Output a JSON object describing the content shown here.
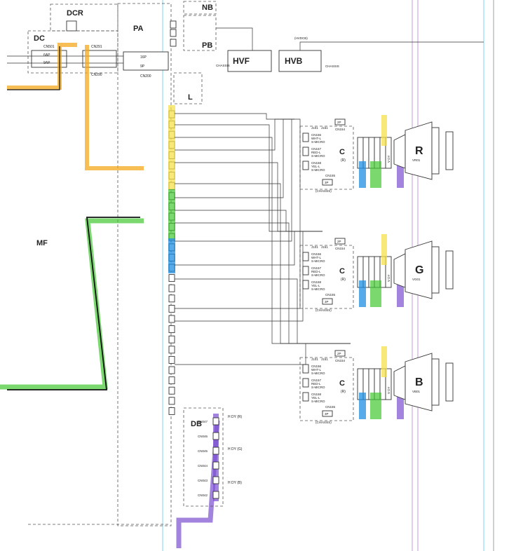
{
  "blocks": {
    "dcr": "DCR",
    "dc": "DC",
    "pa": "PA",
    "nb": "NB",
    "pb": "PB",
    "hvf": "HVF",
    "hvb": "HVB",
    "mf": "MF",
    "l": "L",
    "db": "DB"
  },
  "crt": [
    {
      "letter": "R",
      "code": "VR01"
    },
    {
      "letter": "G",
      "code": "VG01"
    },
    {
      "letter": "B",
      "code": "VB01"
    }
  ],
  "c_board": {
    "label": "C",
    "sub": "(R)",
    "j101": "J101",
    "j151": "J151",
    "cn154": "CN154",
    "cn155": "CN155",
    "pin2p": "2P",
    "pin3p": "3P",
    "chassis": "(CHASSIS)",
    "cn156": "CN156",
    "cn157": "CN157",
    "cn158": "CN158",
    "wht": "WHT-L",
    "red": "RED-L",
    "yel": "YEL-L",
    "micro": "S-MICRO",
    "vdy": "V DY",
    "hdy": "H DY"
  },
  "dc_row": {
    "cn501": "CN501",
    "cn291": "CN291",
    "cn290": "CN290",
    "cn200": "CN200",
    "p6a": "6AP",
    "p9": "9AP",
    "p16": "16P",
    "p9p": "9P"
  },
  "db_connectors": [
    "CN047",
    "CN046",
    "CN045",
    "CN044",
    "CN043",
    "CN042"
  ],
  "db_labels": {
    "hdy1": "H DY (R)",
    "hdy2": "H DY (G)",
    "hdy3": "H DY (B)"
  },
  "hv": {
    "chassis": "CHASSIS",
    "chassis2": "CHASSIS",
    "hvdcb": "(HVDCB)"
  },
  "colors": {
    "orange": "#f3a81c",
    "yellow": "#f5e04a",
    "green": "#41c832",
    "blue": "#1d8fe0",
    "purple": "#7a4fd0",
    "black": "#111111",
    "cyan_line": "#7fd6ef",
    "magenta_line": "#c89ad8"
  }
}
